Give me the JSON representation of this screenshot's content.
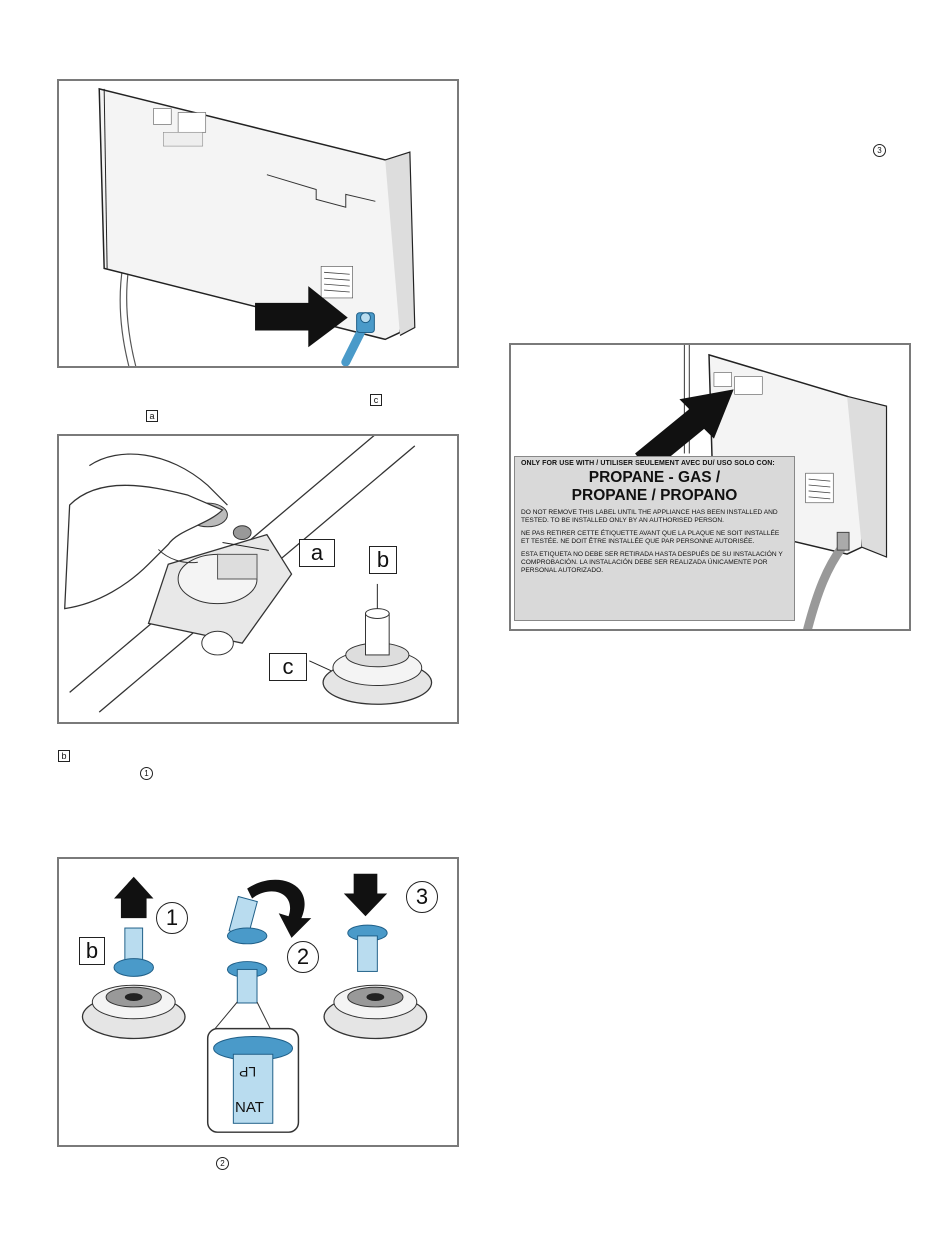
{
  "markers": {
    "step3": "3",
    "ref_c": "c",
    "ref_a": "a",
    "ref_b": "b",
    "step1": "1",
    "step2": "2"
  },
  "figure2": {
    "callout_a": "a",
    "callout_b": "b",
    "callout_c": "c"
  },
  "figure3": {
    "callout_b": "b",
    "num1": "1",
    "num2": "2",
    "num3": "3",
    "lp_text": "LP",
    "nat_text": "NAT"
  },
  "label_plate": {
    "heading": "ONLY FOR USE WITH / UTILISER SEULEMENT AVEC DU/ USO SOLO CON:",
    "title_line1": "PROPANE - GAS /",
    "title_line2": "PROPANE / PROPANO",
    "para_en": "DO NOT REMOVE THIS LABEL UNTIL THE APPLIANCE HAS BEEN INSTALLED AND TESTED. TO BE INSTALLED ONLY BY AN AUTHORISED PERSON.",
    "para_fr": "NE PAS RETIRER CETTE ÉTIQUETTE AVANT QUE LA PLAQUE NE SOIT INSTALLÉE ET TESTÉE. NE DOIT ÊTRE INSTALLÉE QUE PAR PERSONNE AUTORISÉE.",
    "para_es": "ESTA ETIQUETA NO DEBE SER RETIRADA HASTA DESPUÉS DE SU INSTALACIÓN Y COMPROBACIÓN. LA INSTALACIÓN DEBE SER REALIZADA ÚNICAMENTE POR PERSONAL AUTORIZADO."
  },
  "colors": {
    "accent_blue": "#4a9ac9",
    "light_blue": "#b9dcef",
    "frame_gray": "#7a7a7a",
    "label_gray": "#d9d9d9"
  }
}
